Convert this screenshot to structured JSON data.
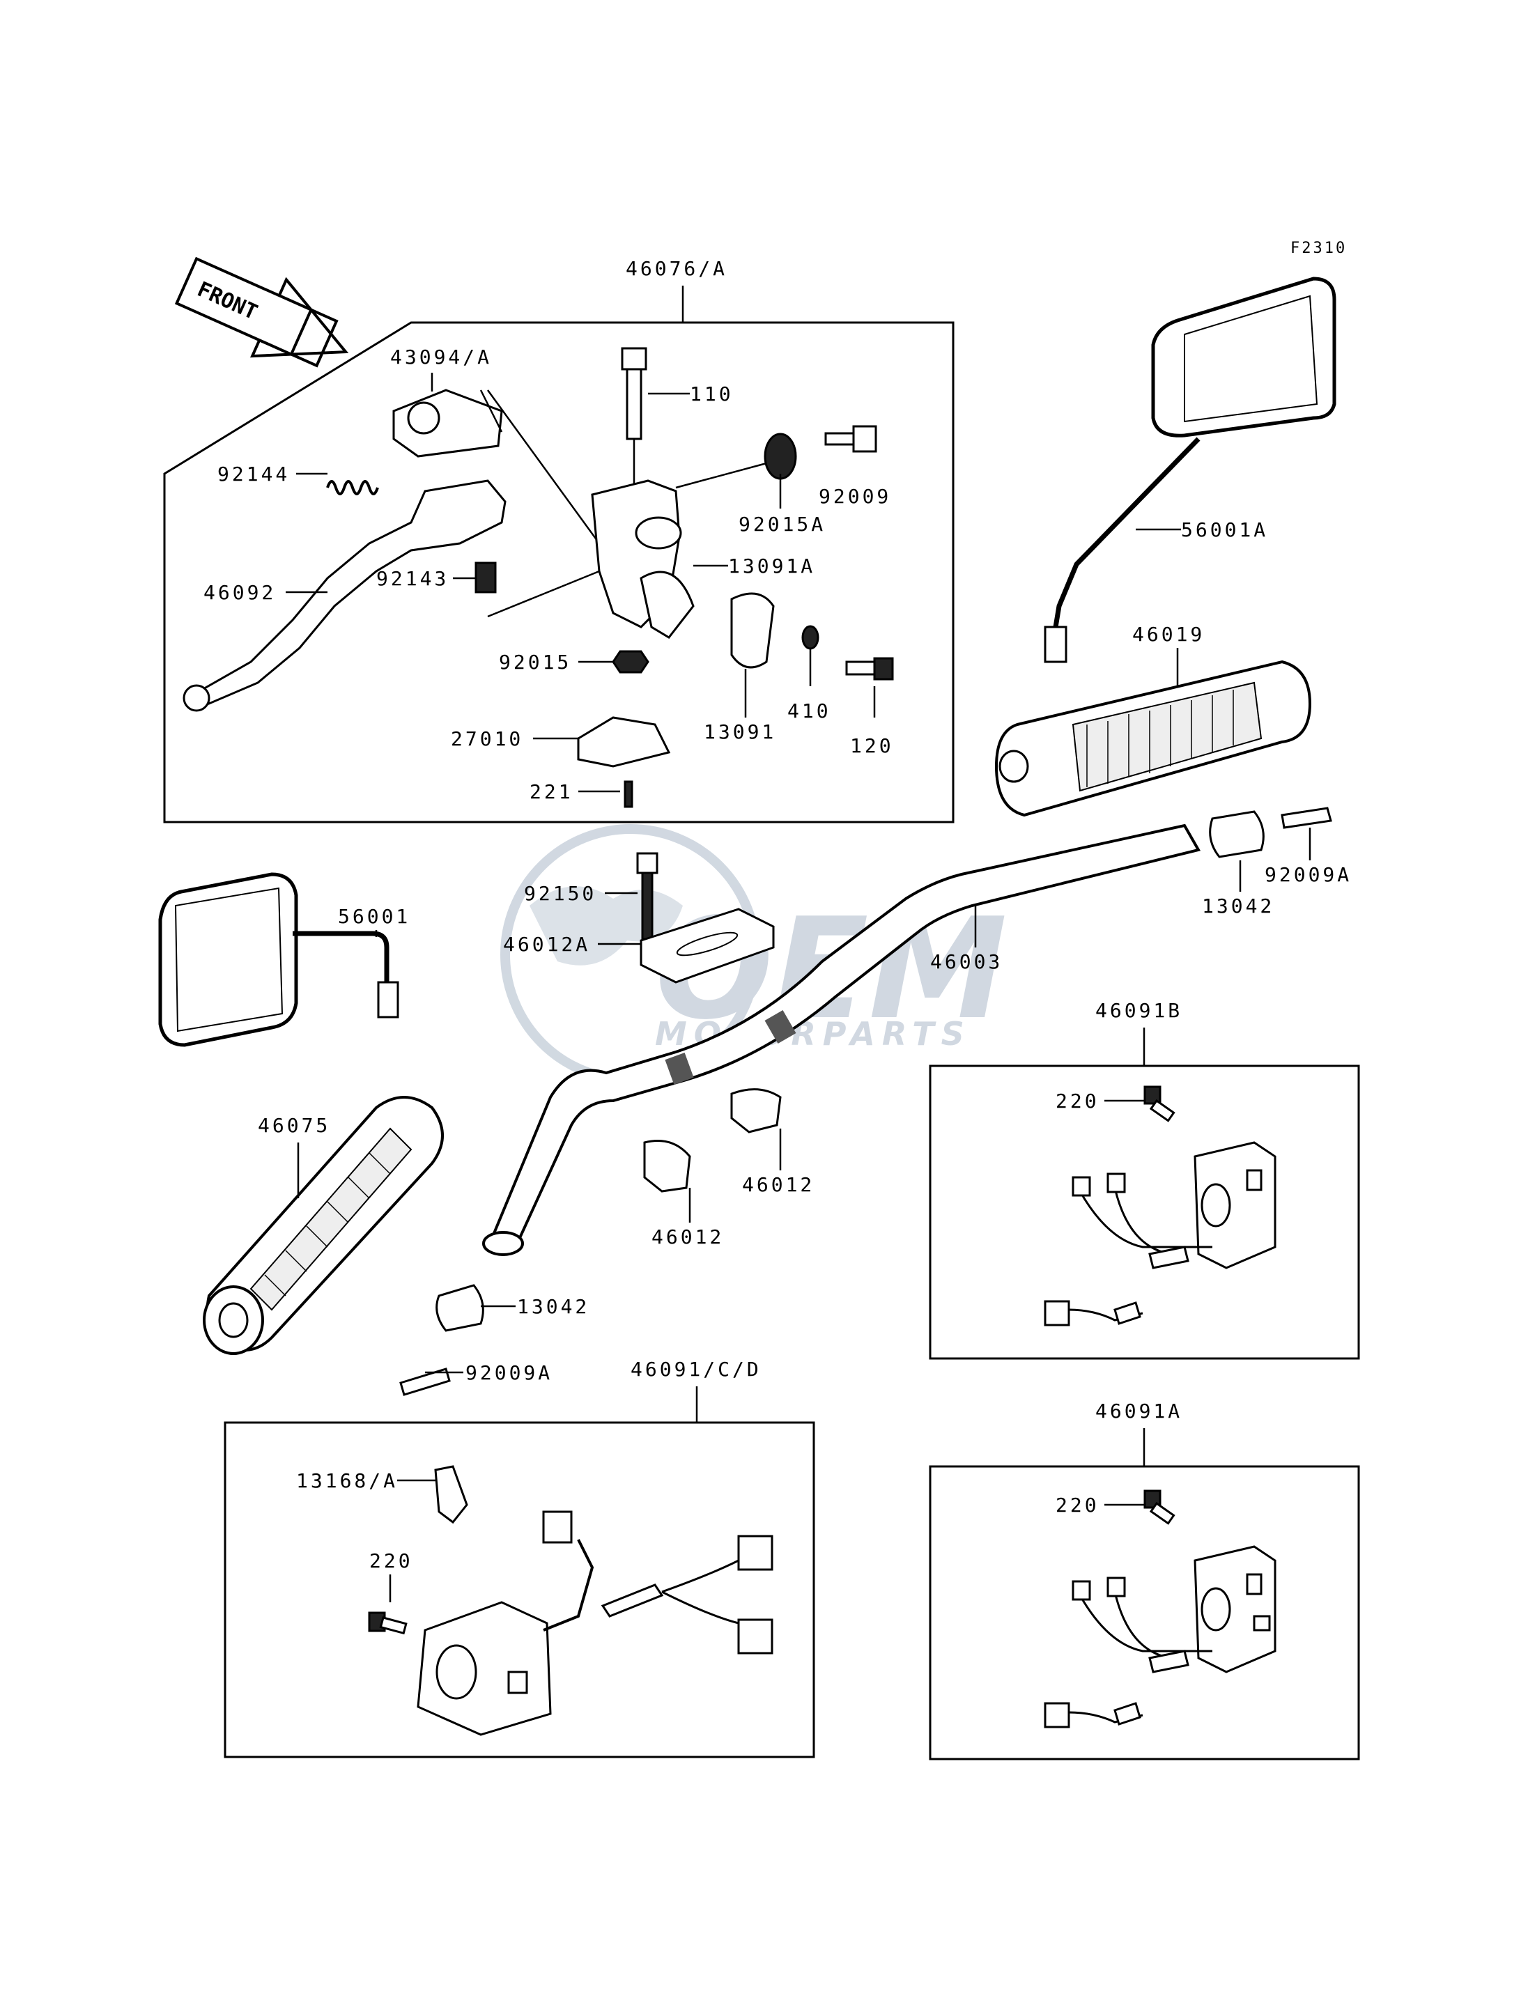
{
  "diagram_code": "F2310",
  "front_label": "FRONT",
  "watermark": {
    "logo_text": "OEM",
    "sub_text": "MOTORPARTS",
    "color": "#c9d2dc"
  },
  "parts": {
    "p46076A": "46076/A",
    "p43094A": "43094/A",
    "p110": "110",
    "p92009": "92009",
    "p92144": "92144",
    "p92015A": "92015A",
    "p13091A": "13091A",
    "p46092": "46092",
    "p92143": "92143",
    "p92015": "92015",
    "p410": "410",
    "p120": "120",
    "p13091": "13091",
    "p27010": "27010",
    "p221": "221",
    "p56001A": "56001A",
    "p46019": "46019",
    "p13042_r": "13042",
    "p92009A_r": "92009A",
    "p92150": "92150",
    "p46003": "46003",
    "p46012A": "46012A",
    "p56001": "56001",
    "p46091B": "46091B",
    "p220_b": "220",
    "p46075": "46075",
    "p46012_1": "46012",
    "p46012_2": "46012",
    "p13042_l": "13042",
    "p92009A_l": "92009A",
    "p46091CD": "46091/C/D",
    "p46091A": "46091A",
    "p13168A": "13168/A",
    "p220_cd": "220",
    "p220_a": "220"
  }
}
